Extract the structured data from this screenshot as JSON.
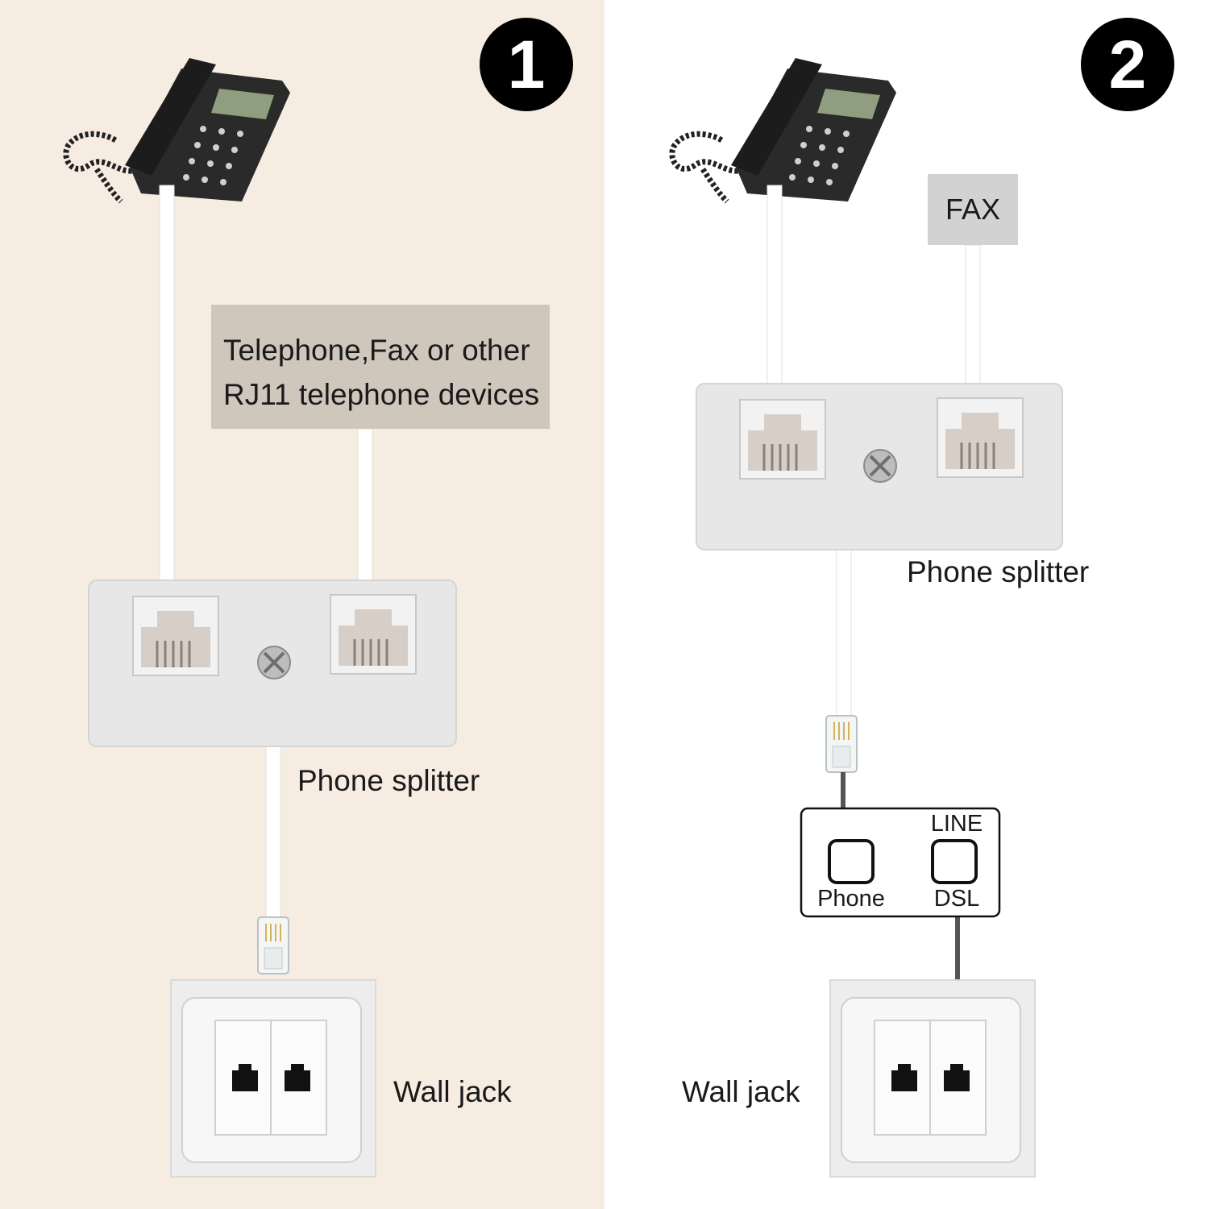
{
  "panels": [
    {
      "step": "1",
      "box_text": [
        "Telephone,Fax or other",
        "RJ11 telephone devices"
      ],
      "splitter_label": "Phone splitter",
      "walljack_label": "Wall jack"
    },
    {
      "step": "2",
      "fax_label": "FAX",
      "splitter_label": "Phone splitter",
      "filter": {
        "top_label": "LINE",
        "left_label": "Phone",
        "right_label": "DSL"
      },
      "walljack_label": "Wall jack"
    }
  ],
  "colors": {
    "left_bg": "#f7ece2",
    "right_bg": "#ffffff",
    "badge": "#000000",
    "text_box": "#cfc6bc",
    "fax_box": "#d2d2d2"
  }
}
